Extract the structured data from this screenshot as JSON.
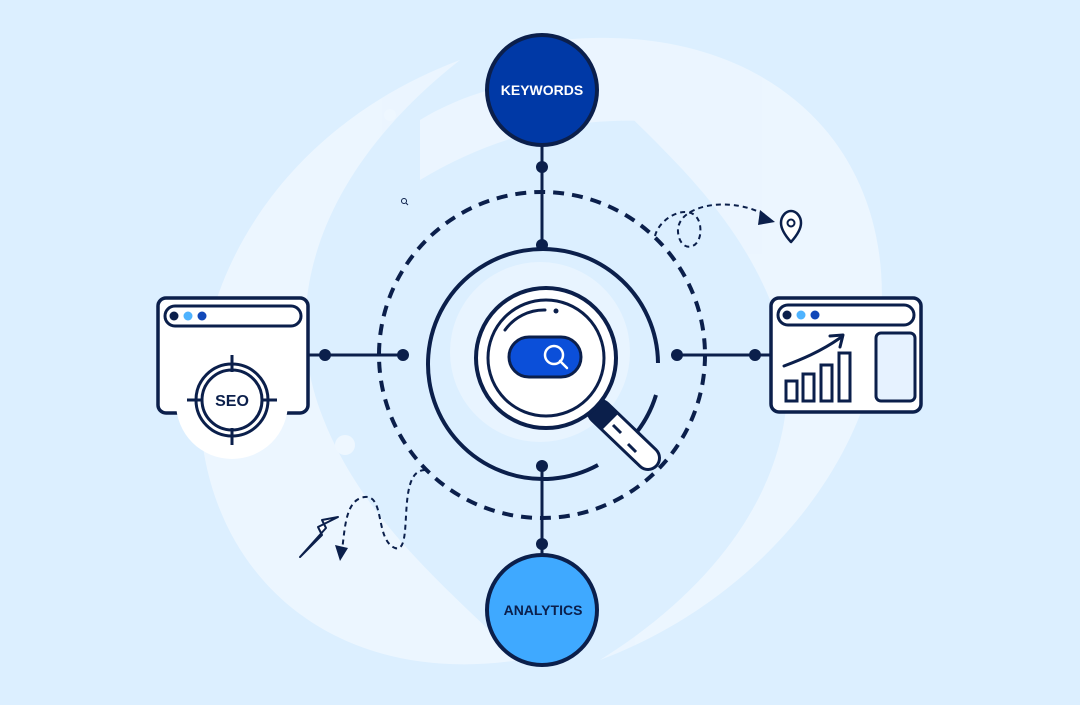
{
  "colors": {
    "background": "#dcefff",
    "navy": "#0b1f4b",
    "keywords_fill": "#0039a6",
    "analytics_fill": "#3fa9ff",
    "search_pill": "#0b4fd9",
    "dot_light_blue": "#4eb3ff",
    "dot_dark_blue": "#1248b8",
    "white": "#ffffff"
  },
  "nodes": {
    "top_label": "KEYWORDS",
    "bottom_label": "ANALYTICS",
    "left_badge": "SEO"
  },
  "icons": [
    "magnifier-icon",
    "search-icon",
    "target-icon",
    "bar-chart-icon",
    "trend-arrow-icon",
    "location-pin-icon",
    "lightning-icon"
  ]
}
